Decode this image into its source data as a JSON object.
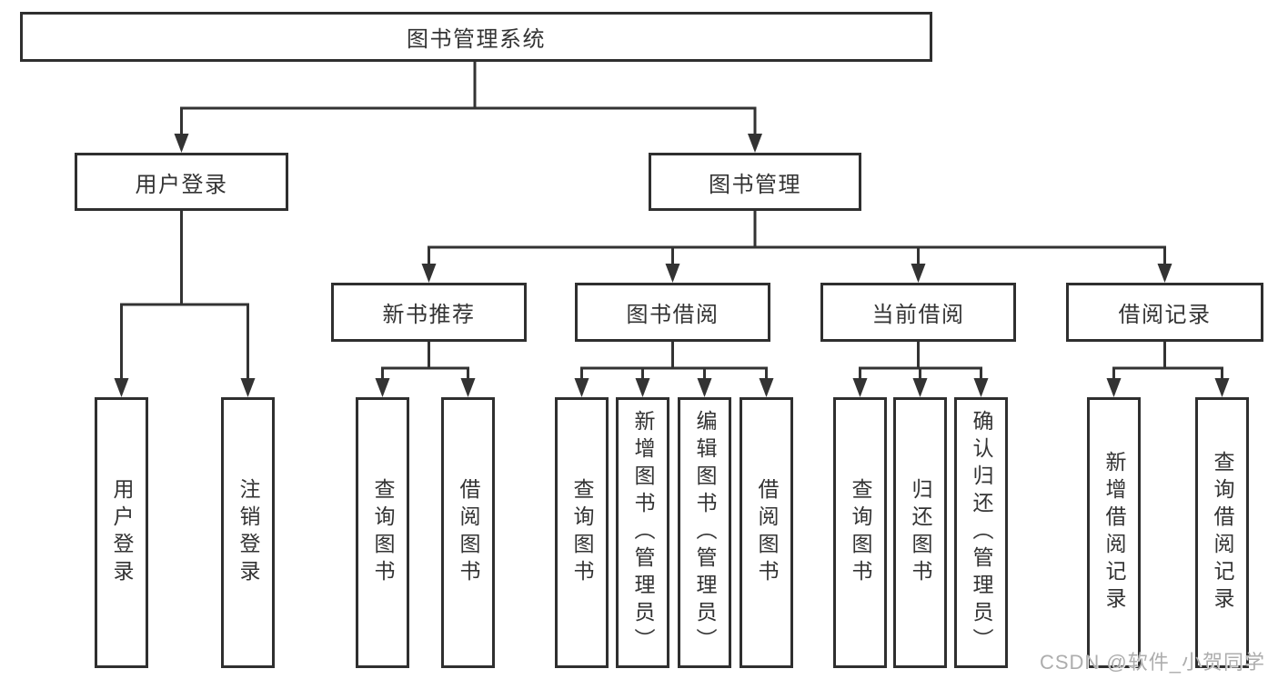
{
  "diagram_title": "图书管理系统",
  "tree": {
    "label": "图书管理系统",
    "children": [
      {
        "label": "用户登录",
        "children": [
          {
            "label": "用户登录"
          },
          {
            "label": "注销登录"
          }
        ]
      },
      {
        "label": "图书管理",
        "children": [
          {
            "label": "新书推荐",
            "children": [
              {
                "label": "查询图书"
              },
              {
                "label": "借阅图书"
              }
            ]
          },
          {
            "label": "图书借阅",
            "children": [
              {
                "label": "查询图书"
              },
              {
                "label": "新增图书（管理员）"
              },
              {
                "label": "编辑图书（管理员）"
              },
              {
                "label": "借阅图书"
              }
            ]
          },
          {
            "label": "当前借阅",
            "children": [
              {
                "label": "查询图书"
              },
              {
                "label": "归还图书"
              },
              {
                "label": "确认归还（管理员）"
              }
            ]
          },
          {
            "label": "借阅记录",
            "children": [
              {
                "label": "新增借阅记录"
              },
              {
                "label": "查询借阅记录"
              }
            ]
          }
        ]
      }
    ]
  },
  "watermark": "CSDN @软件_小贺同学",
  "colors": {
    "line": "#333333",
    "box_border": "#2f2f2f",
    "text": "#333333",
    "background": "#ffffff",
    "watermark": "#adadad"
  }
}
